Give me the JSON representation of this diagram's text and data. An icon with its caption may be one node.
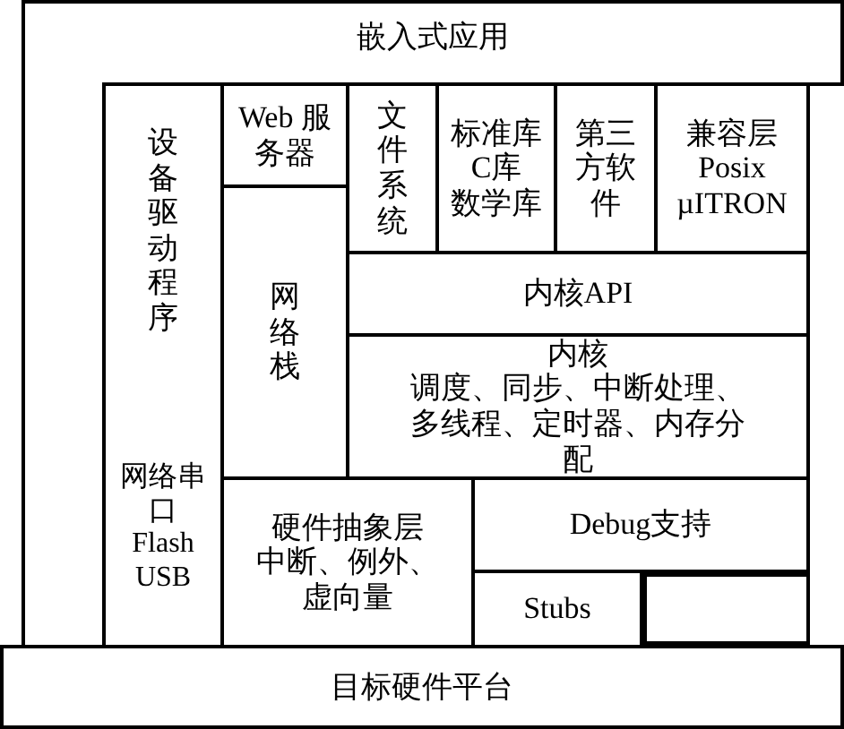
{
  "diagram": {
    "nodes": [
      {
        "text": [
          "嵌入式应用"
        ]
      },
      {
        "text": [
          "设备驱动程序",
          "网络串口 Flash USB"
        ]
      },
      {
        "text": [
          "Web 服务器"
        ]
      },
      {
        "text": [
          "网络栈"
        ]
      },
      {
        "text": [
          "文件系统"
        ]
      },
      {
        "text": [
          "标准库",
          "C库",
          "数学库"
        ]
      },
      {
        "text": [
          "第三方软件"
        ]
      },
      {
        "text": [
          "兼容层",
          "Posix",
          "µITRON"
        ]
      },
      {
        "text": [
          "内核API"
        ]
      },
      {
        "text": [
          "内核",
          "调度、同步、中断处理、多线程、定时器、内存分配"
        ]
      },
      {
        "text": [
          "硬件抽象层",
          "中断、例外、虚向量"
        ]
      },
      {
        "text": [
          "Debug支持"
        ]
      },
      {
        "text": [
          "Stubs"
        ]
      },
      {
        "text": [],
        "shape": "box"
      },
      {
        "text": [
          "目标硬件平台"
        ]
      }
    ]
  }
}
